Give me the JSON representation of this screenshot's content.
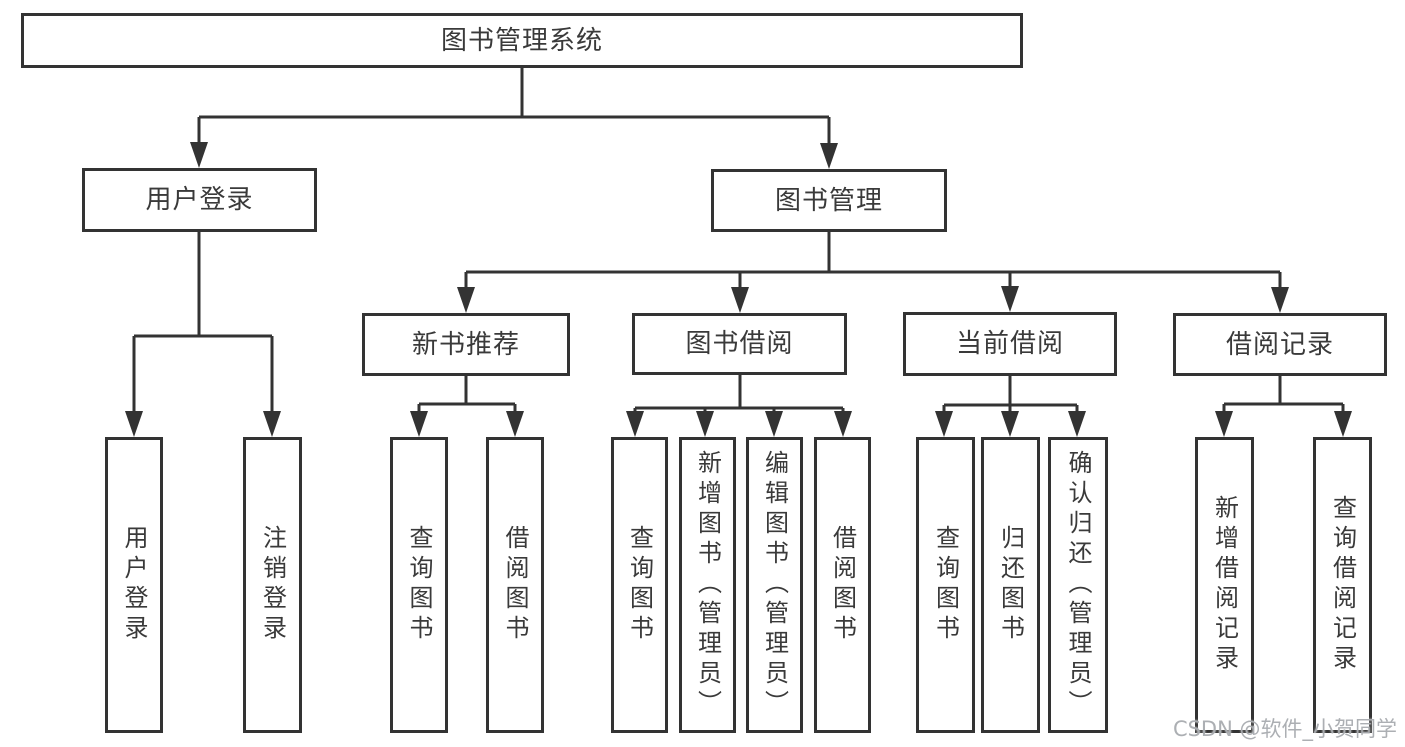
{
  "diagram": {
    "root": {
      "label": "图书管理系统"
    },
    "level2": [
      {
        "label": "用户登录"
      },
      {
        "label": "图书管理"
      }
    ],
    "level3": [
      {
        "label": "新书推荐"
      },
      {
        "label": "图书借阅"
      },
      {
        "label": "当前借阅"
      },
      {
        "label": "借阅记录"
      }
    ],
    "leaves": [
      {
        "label": "用户登录"
      },
      {
        "label": "注销登录"
      },
      {
        "label": "查询图书"
      },
      {
        "label": "借阅图书"
      },
      {
        "label": "查询图书"
      },
      {
        "label": "新增图书（管理员）"
      },
      {
        "label": "编辑图书（管理员）"
      },
      {
        "label": "借阅图书"
      },
      {
        "label": "查询图书"
      },
      {
        "label": "归还图书"
      },
      {
        "label": "确认归还（管理员）"
      },
      {
        "label": "新增借阅记录"
      },
      {
        "label": "查询借阅记录"
      }
    ]
  },
  "watermark": {
    "text": "CSDN @软件_小贺同学"
  },
  "colors": {
    "line": "#333333",
    "text": "#3a3a3a",
    "background": "#ffffff",
    "watermark": "#a8abaf"
  }
}
